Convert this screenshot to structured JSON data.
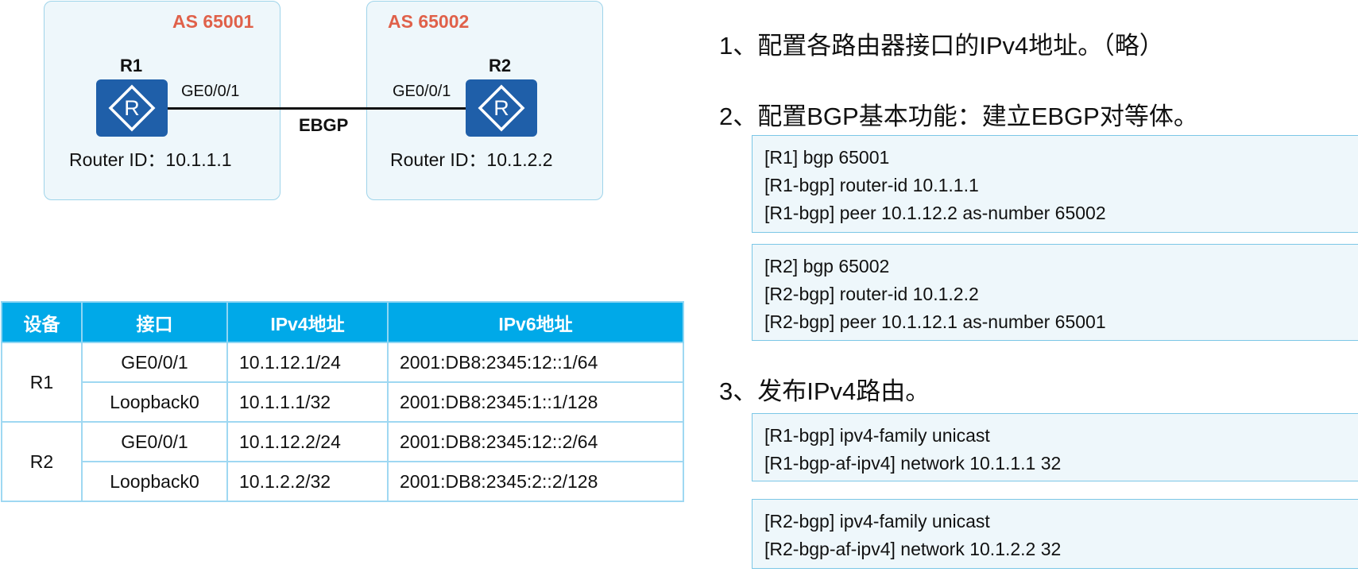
{
  "topology": {
    "as_left": "AS 65001",
    "as_right": "AS 65002",
    "r1": {
      "name": "R1",
      "port": "GE0/0/1",
      "router_id": "Router ID：10.1.1.1"
    },
    "r2": {
      "name": "R2",
      "port": "GE0/0/1",
      "router_id": "Router ID：10.1.2.2"
    },
    "link_label": "EBGP",
    "router_icon_letter": "R",
    "router_icon": "router-icon"
  },
  "table": {
    "headers": [
      "设备",
      "接口",
      "IPv4地址",
      "IPv6地址"
    ],
    "devices": [
      {
        "name": "R1",
        "rows": [
          {
            "iface": "GE0/0/1",
            "ipv4": "10.1.12.1/24",
            "ipv6": "2001:DB8:2345:12::1/64"
          },
          {
            "iface": "Loopback0",
            "ipv4": "10.1.1.1/32",
            "ipv6": "2001:DB8:2345:1::1/128"
          }
        ]
      },
      {
        "name": "R2",
        "rows": [
          {
            "iface": "GE0/0/1",
            "ipv4": "10.1.12.2/24",
            "ipv6": "2001:DB8:2345:12::2/64"
          },
          {
            "iface": "Loopback0",
            "ipv4": "10.1.2.2/32",
            "ipv6": "2001:DB8:2345:2::2/128"
          }
        ]
      }
    ]
  },
  "steps": [
    {
      "title": "1、配置各路由器接口的IPv4地址。（略）"
    },
    {
      "title": "2、配置BGP基本功能：建立EBGP对等体。"
    },
    {
      "title": "3、发布IPv4路由。"
    }
  ],
  "code_blocks": [
    [
      "[R1] bgp 65001",
      "[R1-bgp] router-id 10.1.1.1",
      "[R1-bgp] peer 10.1.12.2 as-number 65002"
    ],
    [
      "[R2] bgp 65002",
      "[R2-bgp] router-id 10.1.2.2",
      "[R2-bgp] peer 10.1.12.1 as-number 65001"
    ],
    [
      "[R1-bgp] ipv4-family unicast",
      "[R1-bgp-af-ipv4] network 10.1.1.1 32"
    ],
    [
      "[R2-bgp] ipv4-family unicast",
      "[R2-bgp-af-ipv4] network 10.1.2.2 32"
    ]
  ],
  "colors": {
    "as_label": "#e0614a",
    "router_fill": "#1f5fa9",
    "table_header": "#00a9e8",
    "box_border": "#9fd4ea"
  }
}
